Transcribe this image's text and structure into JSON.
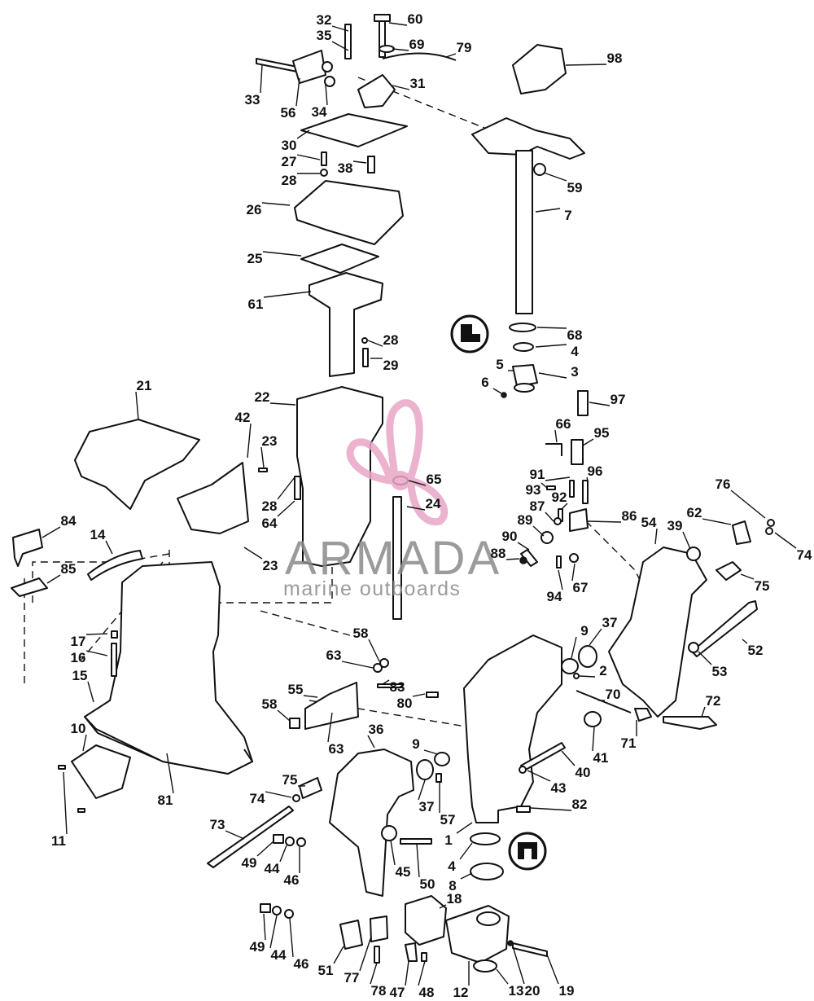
{
  "watermark": {
    "brand": "ARMADA",
    "tagline": "marine outboards",
    "logo_color": "#e8a6c6",
    "text_color": "#8a8a8a"
  },
  "callouts": [
    {
      "id": "32",
      "label": "32"
    },
    {
      "id": "60",
      "label": "60"
    },
    {
      "id": "35",
      "label": "35"
    },
    {
      "id": "69",
      "label": "69"
    },
    {
      "id": "79",
      "label": "79"
    },
    {
      "id": "98",
      "label": "98"
    },
    {
      "id": "33",
      "label": "33"
    },
    {
      "id": "56",
      "label": "56"
    },
    {
      "id": "34",
      "label": "34"
    },
    {
      "id": "31",
      "label": "31"
    },
    {
      "id": "30",
      "label": "30"
    },
    {
      "id": "27",
      "label": "27"
    },
    {
      "id": "38",
      "label": "38"
    },
    {
      "id": "28a",
      "label": "28"
    },
    {
      "id": "59",
      "label": "59"
    },
    {
      "id": "26",
      "label": "26"
    },
    {
      "id": "7",
      "label": "7"
    },
    {
      "id": "25",
      "label": "25"
    },
    {
      "id": "61",
      "label": "61"
    },
    {
      "id": "28b",
      "label": "28"
    },
    {
      "id": "68",
      "label": "68"
    },
    {
      "id": "29",
      "label": "29"
    },
    {
      "id": "4a",
      "label": "4"
    },
    {
      "id": "5",
      "label": "5"
    },
    {
      "id": "3",
      "label": "3"
    },
    {
      "id": "6",
      "label": "6"
    },
    {
      "id": "21",
      "label": "21"
    },
    {
      "id": "22",
      "label": "22"
    },
    {
      "id": "97",
      "label": "97"
    },
    {
      "id": "42",
      "label": "42"
    },
    {
      "id": "66",
      "label": "66"
    },
    {
      "id": "95",
      "label": "95"
    },
    {
      "id": "23a",
      "label": "23"
    },
    {
      "id": "91",
      "label": "91"
    },
    {
      "id": "96",
      "label": "96"
    },
    {
      "id": "65",
      "label": "65"
    },
    {
      "id": "93",
      "label": "93"
    },
    {
      "id": "92",
      "label": "92"
    },
    {
      "id": "76",
      "label": "76"
    },
    {
      "id": "28c",
      "label": "28"
    },
    {
      "id": "24",
      "label": "24"
    },
    {
      "id": "87",
      "label": "87"
    },
    {
      "id": "62",
      "label": "62"
    },
    {
      "id": "64",
      "label": "64"
    },
    {
      "id": "54",
      "label": "54"
    },
    {
      "id": "39",
      "label": "39"
    },
    {
      "id": "86",
      "label": "86"
    },
    {
      "id": "74a",
      "label": "74"
    },
    {
      "id": "84",
      "label": "84"
    },
    {
      "id": "89",
      "label": "89"
    },
    {
      "id": "14",
      "label": "14"
    },
    {
      "id": "90",
      "label": "90"
    },
    {
      "id": "23b",
      "label": "23"
    },
    {
      "id": "88",
      "label": "88"
    },
    {
      "id": "75a",
      "label": "75"
    },
    {
      "id": "85",
      "label": "85"
    },
    {
      "id": "94",
      "label": "94"
    },
    {
      "id": "67",
      "label": "67"
    },
    {
      "id": "58a",
      "label": "58"
    },
    {
      "id": "37a",
      "label": "37"
    },
    {
      "id": "9a",
      "label": "9"
    },
    {
      "id": "17",
      "label": "17"
    },
    {
      "id": "52",
      "label": "52"
    },
    {
      "id": "16",
      "label": "16"
    },
    {
      "id": "63a",
      "label": "63"
    },
    {
      "id": "2",
      "label": "2"
    },
    {
      "id": "53",
      "label": "53"
    },
    {
      "id": "15",
      "label": "15"
    },
    {
      "id": "55",
      "label": "55"
    },
    {
      "id": "83",
      "label": "83"
    },
    {
      "id": "80",
      "label": "80"
    },
    {
      "id": "70",
      "label": "70"
    },
    {
      "id": "72",
      "label": "72"
    },
    {
      "id": "58b",
      "label": "58"
    },
    {
      "id": "10",
      "label": "10"
    },
    {
      "id": "36",
      "label": "36"
    },
    {
      "id": "63b",
      "label": "63"
    },
    {
      "id": "71",
      "label": "71"
    },
    {
      "id": "9b",
      "label": "9"
    },
    {
      "id": "41",
      "label": "41"
    },
    {
      "id": "81",
      "label": "81"
    },
    {
      "id": "40",
      "label": "40"
    },
    {
      "id": "75b",
      "label": "75"
    },
    {
      "id": "43",
      "label": "43"
    },
    {
      "id": "74b",
      "label": "74"
    },
    {
      "id": "37b",
      "label": "37"
    },
    {
      "id": "57",
      "label": "57"
    },
    {
      "id": "82",
      "label": "82"
    },
    {
      "id": "11",
      "label": "11"
    },
    {
      "id": "73",
      "label": "73"
    },
    {
      "id": "1",
      "label": "1"
    },
    {
      "id": "49a",
      "label": "49"
    },
    {
      "id": "44a",
      "label": "44"
    },
    {
      "id": "45",
      "label": "45"
    },
    {
      "id": "50",
      "label": "50"
    },
    {
      "id": "4b",
      "label": "4"
    },
    {
      "id": "46a",
      "label": "46"
    },
    {
      "id": "8",
      "label": "8"
    },
    {
      "id": "18",
      "label": "18"
    },
    {
      "id": "49b",
      "label": "49"
    },
    {
      "id": "44b",
      "label": "44"
    },
    {
      "id": "46b",
      "label": "46"
    },
    {
      "id": "51",
      "label": "51"
    },
    {
      "id": "77",
      "label": "77"
    },
    {
      "id": "78",
      "label": "78"
    },
    {
      "id": "47",
      "label": "47"
    },
    {
      "id": "48",
      "label": "48"
    },
    {
      "id": "12",
      "label": "12"
    },
    {
      "id": "13",
      "label": "13"
    },
    {
      "id": "20",
      "label": "20"
    },
    {
      "id": "19",
      "label": "19"
    }
  ],
  "symbols": [
    {
      "id": "sym-top",
      "icon": "sealant-symbol-icon"
    },
    {
      "id": "sym-bottom",
      "icon": "lubricant-symbol-icon"
    }
  ]
}
